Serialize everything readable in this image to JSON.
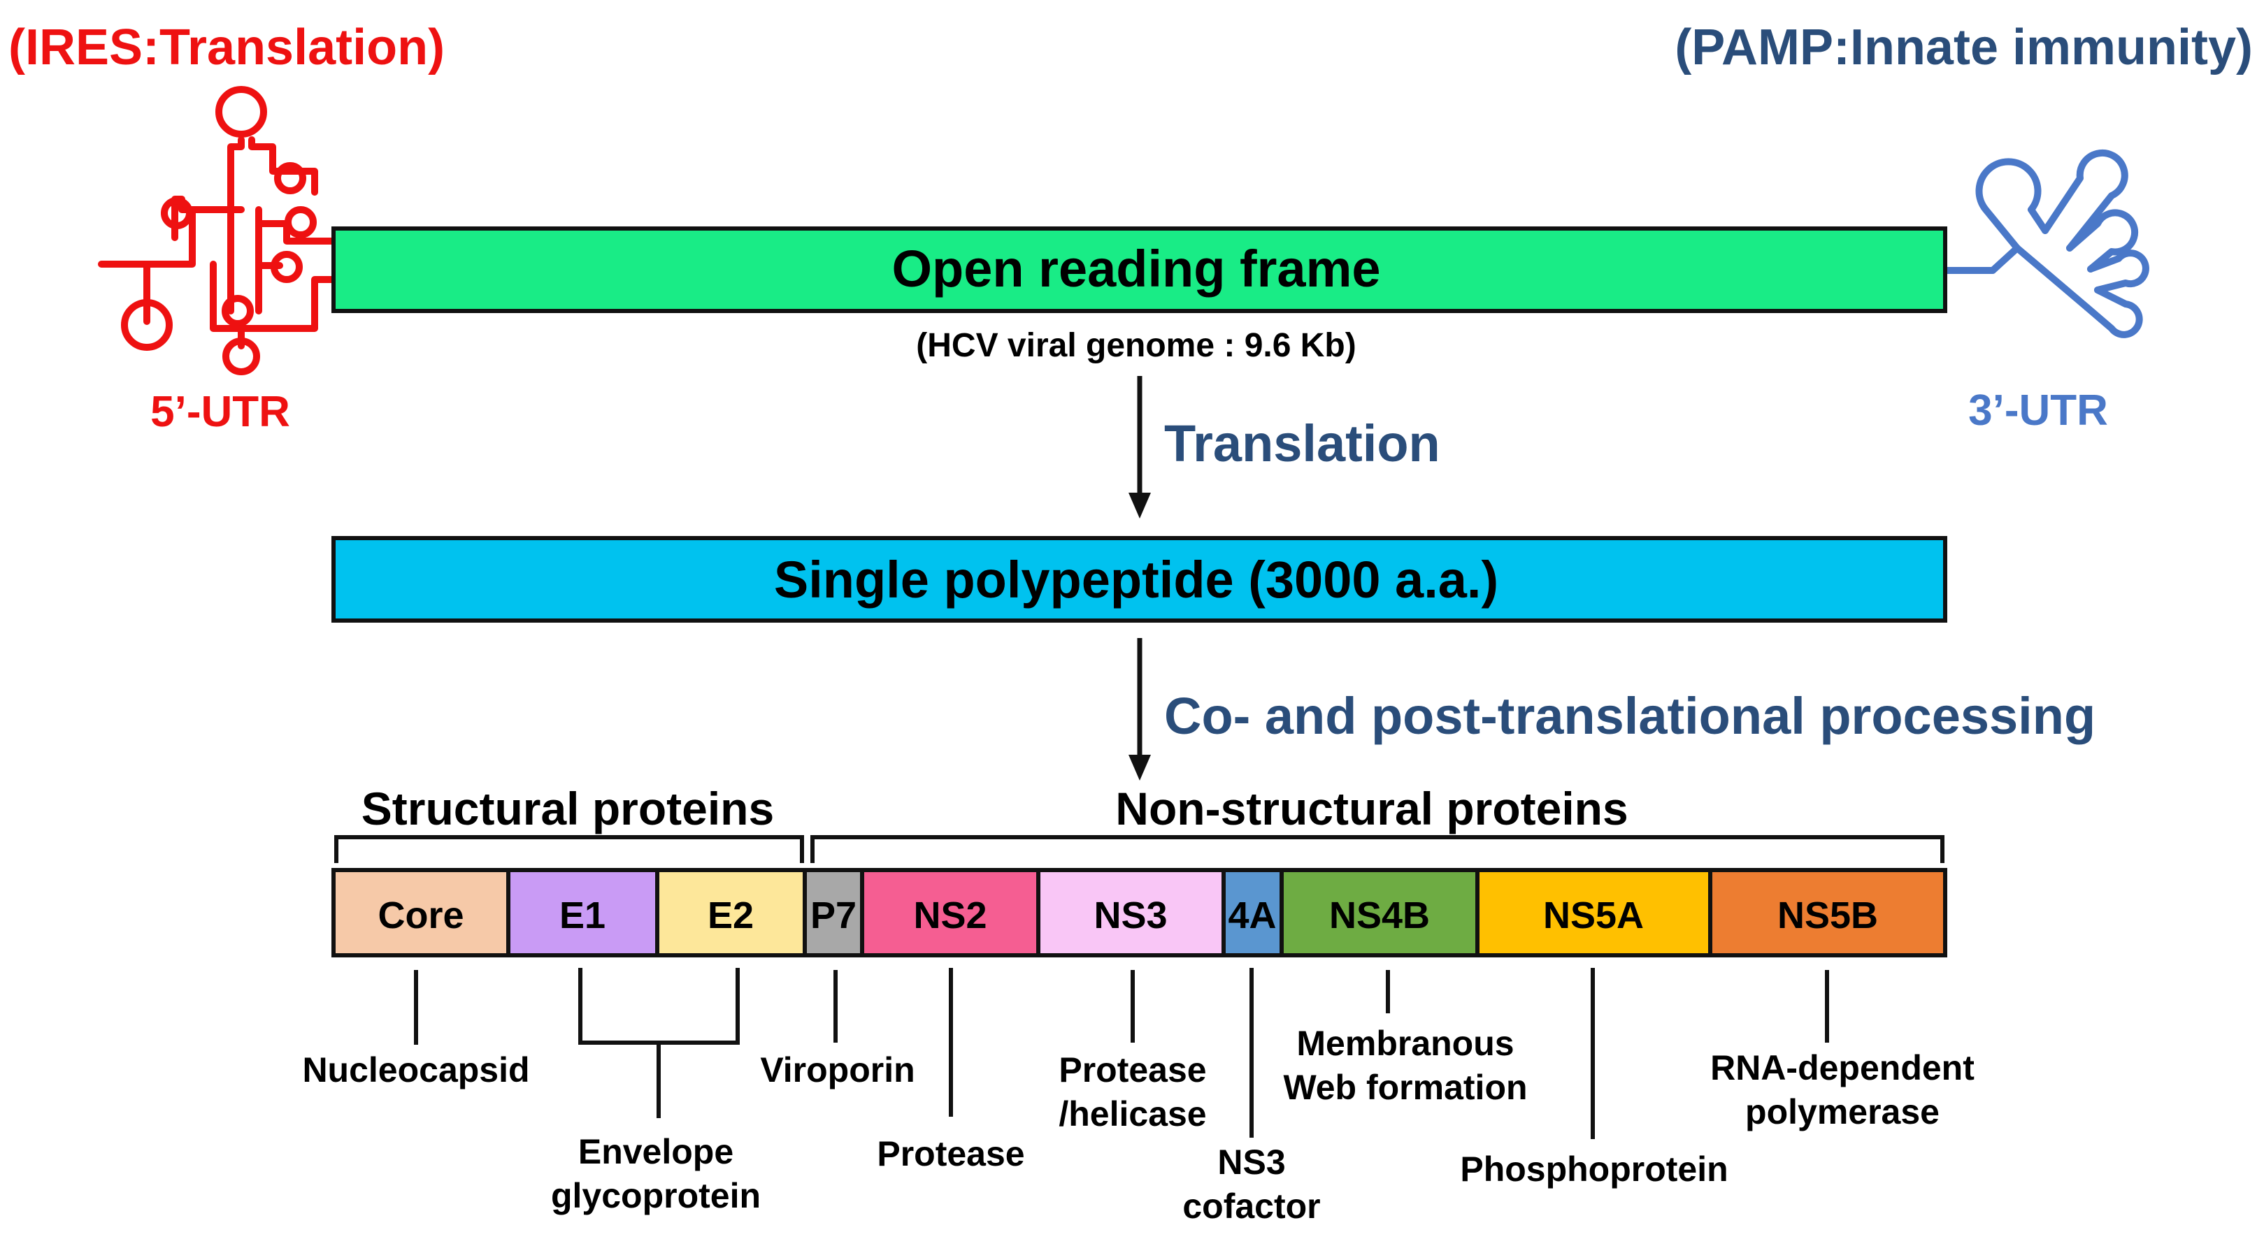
{
  "colors": {
    "ires": "#ee1111",
    "utr3": "#4a78c8",
    "orf_fill": "#19ec86",
    "polypeptide_fill": "#00c2ef",
    "process_text": "#2a4d7a",
    "outline": "#111111",
    "segments": {
      "core": "#f6c9a8",
      "e1": "#c99bf5",
      "e2": "#fde79a",
      "p7": "#a8a8a8",
      "ns2": "#f55e92",
      "ns3": "#f9c6f6",
      "ns4a": "#5a96d0",
      "ns4b": "#6eac43",
      "ns5a": "#ffc000",
      "ns5b": "#ed7d31"
    }
  },
  "header": {
    "left_title": "(IRES:Translation)",
    "right_title": "(PAMP:Innate immunity)",
    "utr5_label": "5’-UTR",
    "utr3_label": "3’-UTR"
  },
  "genome": {
    "orf_label": "Open reading frame",
    "caption": "(HCV  viral genome : 9.6 Kb)"
  },
  "steps": {
    "translation": "Translation",
    "processing": "Co- and post-translational processing"
  },
  "polypeptide": {
    "label": "Single polypeptide (3000 a.a.)"
  },
  "groups": {
    "structural": "Structural proteins",
    "nonstructural": "Non-structural proteins"
  },
  "segments": [
    {
      "key": "core",
      "label": "Core"
    },
    {
      "key": "e1",
      "label": "E1"
    },
    {
      "key": "e2",
      "label": "E2"
    },
    {
      "key": "p7",
      "label": "P7"
    },
    {
      "key": "ns2",
      "label": "NS2"
    },
    {
      "key": "ns3",
      "label": "NS3"
    },
    {
      "key": "ns4a",
      "label": "4A"
    },
    {
      "key": "ns4b",
      "label": "NS4B"
    },
    {
      "key": "ns5a",
      "label": "NS5A"
    },
    {
      "key": "ns5b",
      "label": "NS5B"
    }
  ],
  "functions": {
    "nucleocapsid": "Nucleocapsid",
    "envelope_1": "Envelope",
    "envelope_2": "glycoprotein",
    "viroporin": "Viroporin",
    "protease": "Protease",
    "ns3_1": "Protease",
    "ns3_2": "/helicase",
    "cofactor_1": "NS3",
    "cofactor_2": "cofactor",
    "membranous_1": "Membranous",
    "membranous_2": "Web formation",
    "phosphoprotein": "Phosphoprotein",
    "rdrp_1": "RNA-dependent",
    "rdrp_2": "polymerase"
  }
}
